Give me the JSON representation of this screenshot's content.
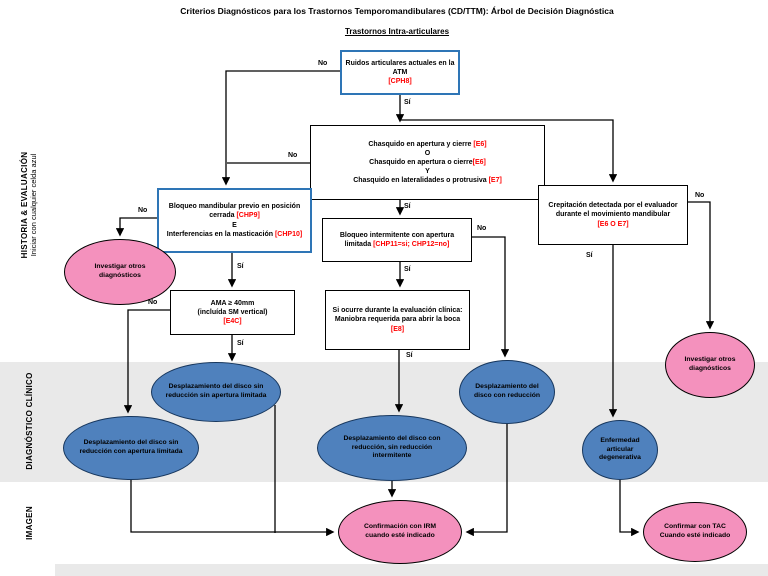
{
  "title": "Criterios Diagnósticos para los Trastornos Temporomandibulares (CD/TTM): Árbol de Decisión Diagnóstica",
  "subtitle": "Trastornos Intra-articulares",
  "sidebar": {
    "historia_label": "HISTORIA & EVALUACIÓN",
    "historia_sub": "Iniciar con cualquier celda azul",
    "diagnostico_label": "DIAGNÓSTICO CLÍNICO",
    "imagen_label": "IMAGEN"
  },
  "labels": {
    "si": "Sí",
    "no": "No"
  },
  "colors": {
    "blue_box_border": "#2E75B6",
    "blue_ellipse_fill": "#4F81BD",
    "blue_ellipse_border": "#17375E",
    "pink_ellipse_fill": "#F491BD",
    "code_red": "#FF0000",
    "section_band_gray": "#E9E9E9"
  },
  "nodes": {
    "ruidos": {
      "text": "Ruidos articulares actuales en la ATM",
      "code": "[CPH8]"
    },
    "chasquido": {
      "l1": "Chasquido en apertura y cierre ",
      "c1": "[E6]",
      "l2": "O",
      "l3": "Chasquido en apertura o cierre",
      "c3": "[E6]",
      "l4": "Y",
      "l5": "Chasquido en lateralidades o protrusiva ",
      "c5": "[E7]"
    },
    "bloqueo_mandibular": {
      "l1": "Bloqueo mandibular previo en posición cerrada ",
      "c1": "[CHP9]",
      "l2": "E",
      "l3": "Interferencias en la masticación ",
      "c3": "[CHP10]"
    },
    "ama": {
      "l1": "AMA ≥ 40mm",
      "l2": "(incluída SM vertical)",
      "code": "[E4C]"
    },
    "bloqueo_intermitente": {
      "text": "Bloqueo intermitente con apertura limitada ",
      "code": "[CHP11=si; CHP12=no]"
    },
    "si_ocurre": {
      "l1": "Si ocurre durante la evaluación clínica:",
      "l2": "Maniobra requerida para abrir la boca ",
      "code": "[E8]"
    },
    "crepitacion": {
      "text": "Crepitación detectada por el evaluador durante el movimiento mandibular",
      "code": "[E6 O E7]"
    }
  },
  "outcomes": {
    "investigar_izq": "Investigar otros diagnósticos",
    "investigar_der": "Investigar otros diagnósticos",
    "despl_sin_red_sin_apertura": "Desplazamiento del disco sin reducción sin apertura limitada",
    "despl_sin_red_con_apertura": "Desplazamiento del disco sin reducción con apertura limitada",
    "despl_con_red_sin_intermitente": "Desplazamiento del disco con reducción, sin reducción intermitente",
    "despl_con_reduccion": "Desplazamiento del disco con reducción",
    "enfermedad_degenerativa": "Enfermedad articular degenerativa",
    "confirmacion_irm": "Confirmación con IRM cuando esté indicado",
    "confirmar_tac": "Confirmar con TAC Cuando esté indicado"
  }
}
